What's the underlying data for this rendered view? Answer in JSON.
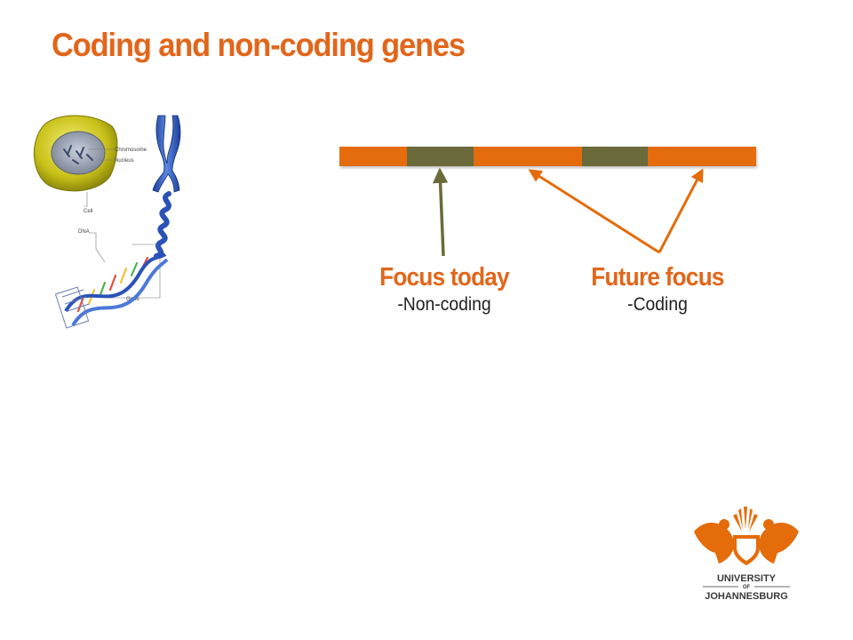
{
  "slide": {
    "title": "Coding and non-coding genes"
  },
  "illustration": {
    "labels": {
      "chromosome": "Chromosome",
      "nucleus": "Nucleus",
      "cell": "Cell",
      "dna": "DNA",
      "gene": "Gene"
    }
  },
  "gene_bar": {
    "segments": [
      "coding",
      "non-coding",
      "coding",
      "coding",
      "non-coding",
      "coding"
    ],
    "colors": {
      "coding": "#e46c0a",
      "non_coding": "#6b6b3a"
    }
  },
  "labels": {
    "today": {
      "title": "Focus today",
      "subtitle": "-Non-coding"
    },
    "future": {
      "title": "Future focus",
      "subtitle": "-Coding"
    }
  },
  "logo": {
    "line1": "UNIVERSITY",
    "line2": "OF",
    "line3": "JOHANNESBURG"
  }
}
